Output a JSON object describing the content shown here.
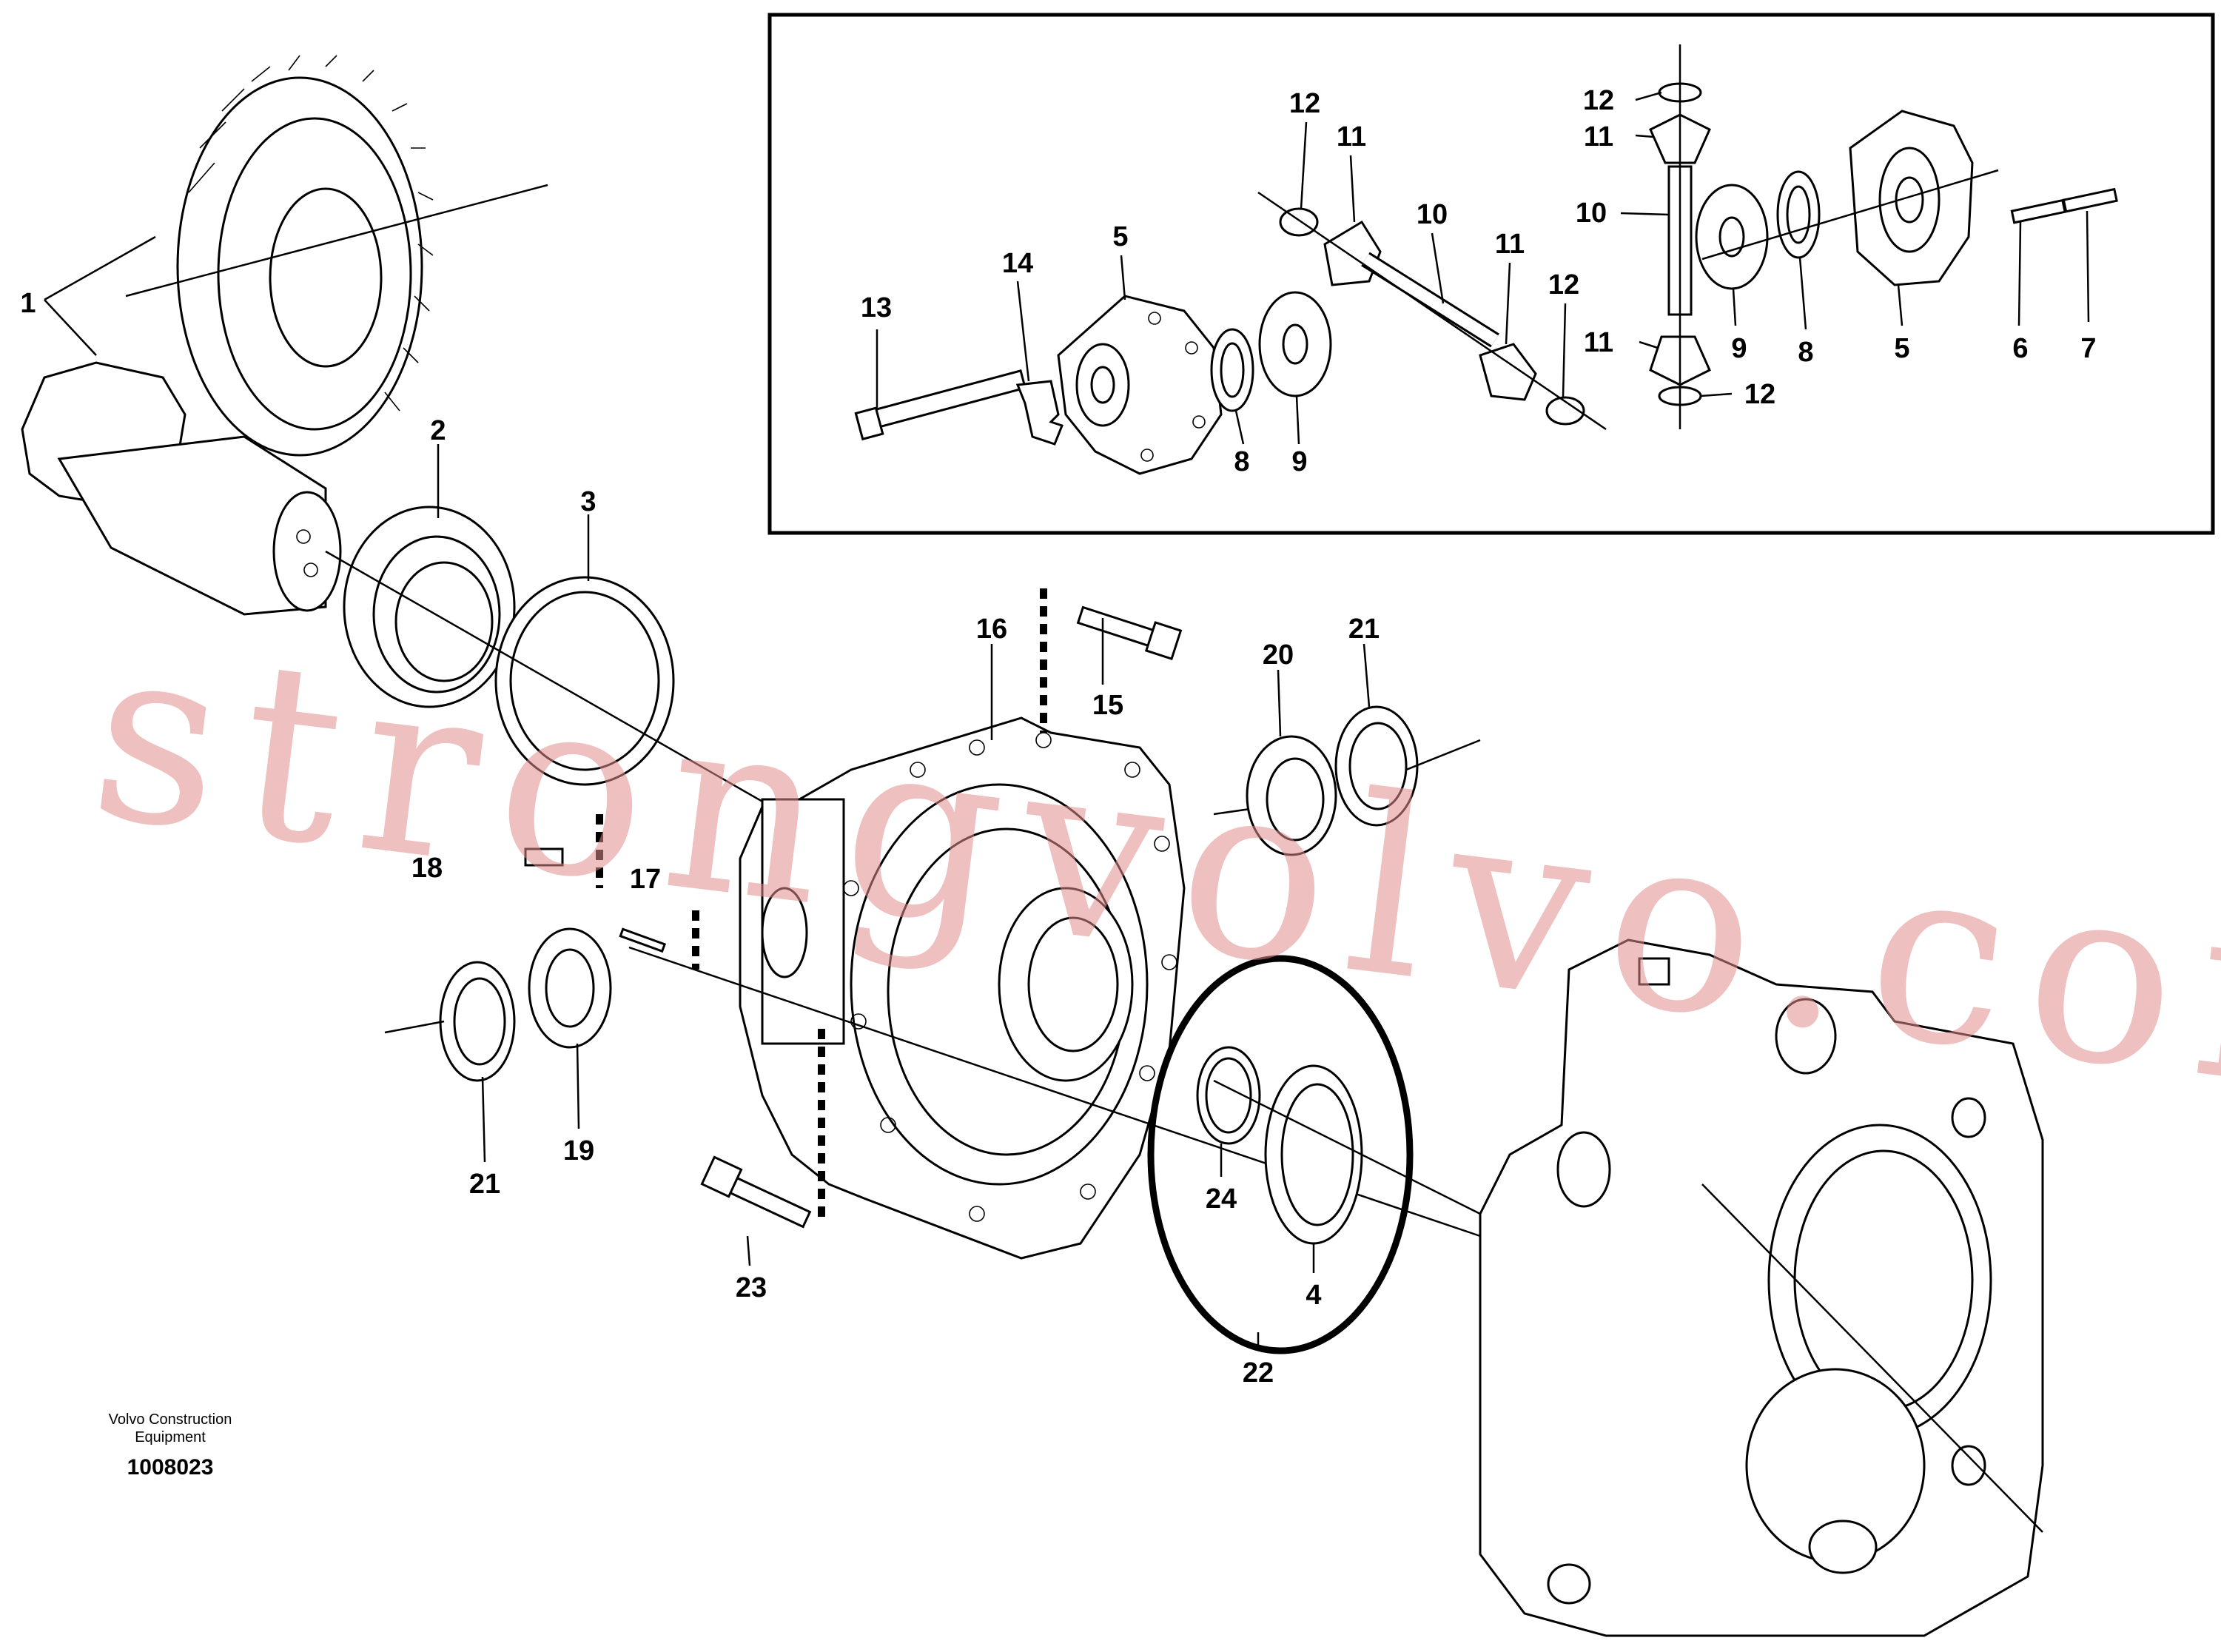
{
  "callouts": {
    "c1": "1",
    "c2": "2",
    "c3": "3",
    "c4": "4",
    "c15": "15",
    "c16": "16",
    "c17": "17",
    "c18": "18",
    "c19": "19",
    "c20": "20",
    "c21a": "21",
    "c21b": "21",
    "c22": "22",
    "c23": "23",
    "c24": "24"
  },
  "inset": {
    "i13": "13",
    "i14": "14",
    "i5a": "5",
    "i8a": "8",
    "i9a": "9",
    "i12a": "12",
    "i11a": "11",
    "i10a": "10",
    "i11b": "11",
    "i12b": "12",
    "i12c": "12",
    "i11c": "11",
    "i10b": "10",
    "i11d": "11",
    "i12d": "12",
    "i9b": "9",
    "i8b": "8",
    "i5b": "5",
    "i6": "6",
    "i7": "7"
  },
  "footer": {
    "brand_line1": "Volvo Construction",
    "brand_line2": "Equipment",
    "drawing_number": "1008023"
  },
  "watermark": "strongvolvo.com",
  "colors": {
    "watermark": "#e28c8c",
    "ink": "#000000",
    "paper": "#ffffff"
  }
}
